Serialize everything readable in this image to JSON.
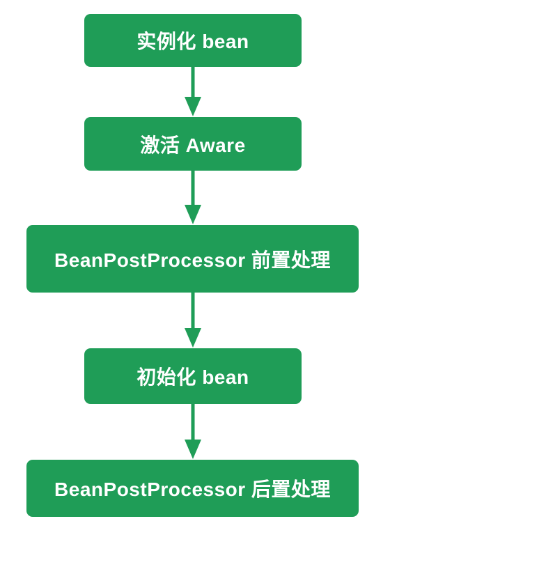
{
  "diagram": {
    "type": "flowchart",
    "direction": "top-down",
    "colors": {
      "node_fill": "#1f9d57",
      "node_text": "#ffffff",
      "arrow": "#1f9d57",
      "background": "#ffffff"
    },
    "nodes": [
      {
        "id": "instantiate-bean",
        "label": "实例化 bean",
        "size": "narrow"
      },
      {
        "id": "activate-aware",
        "label": "激活 Aware",
        "size": "narrow"
      },
      {
        "id": "bpp-before",
        "label": "BeanPostProcessor 前置处理",
        "size": "wide"
      },
      {
        "id": "initialize-bean",
        "label": "初始化 bean",
        "size": "narrow"
      },
      {
        "id": "bpp-after",
        "label": "BeanPostProcessor 后置处理",
        "size": "wide"
      }
    ],
    "edges": [
      {
        "from": "instantiate-bean",
        "to": "activate-aware"
      },
      {
        "from": "activate-aware",
        "to": "bpp-before"
      },
      {
        "from": "bpp-before",
        "to": "initialize-bean"
      },
      {
        "from": "initialize-bean",
        "to": "bpp-after"
      }
    ]
  }
}
